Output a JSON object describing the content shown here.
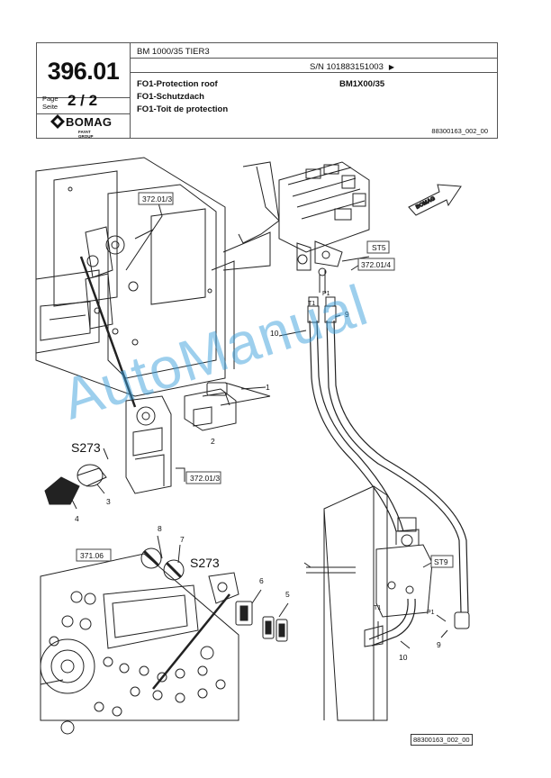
{
  "header": {
    "page_number": "396.01",
    "page_label": "Page\nSeite",
    "page_value": "2 / 2",
    "model": "BM 1000/35 TIER3",
    "serial": "S/N 101883151003",
    "title_en": "FO1-Protection roof",
    "title_de": "FO1-Schutzdach",
    "title_fr": "FO1-Toit de protection",
    "model_code": "BM1X00/35",
    "drawing_ref": "88300163_002_00",
    "logo_text": "BOMAG",
    "logo_subtext": "FAYAT GROUP"
  },
  "drawing": {
    "callouts": {
      "c372_01_3_top": "372.01/3",
      "c372_01_3_mid": "372.01/3",
      "c372_01_4": "372.01/4",
      "c371_06": "371.06",
      "st5": "ST5",
      "st9": "ST9",
      "s273_a": "S273",
      "s273_b": "S273",
      "t1_a": "T1",
      "p1_a": "P1",
      "t1_b": "T1",
      "p1_b": "P1"
    },
    "item_numbers": {
      "n1": "1",
      "n2": "2",
      "n3": "3",
      "n4": "4",
      "n5": "5",
      "n6": "6",
      "n7": "7",
      "n8": "8",
      "n9a": "9",
      "n9b": "9",
      "n10a": "10",
      "n10b": "10"
    },
    "direction_arrow": "BOMAG"
  },
  "watermark": "AutoManual",
  "footer": {
    "drawing_ref": "88300163_002_00"
  }
}
